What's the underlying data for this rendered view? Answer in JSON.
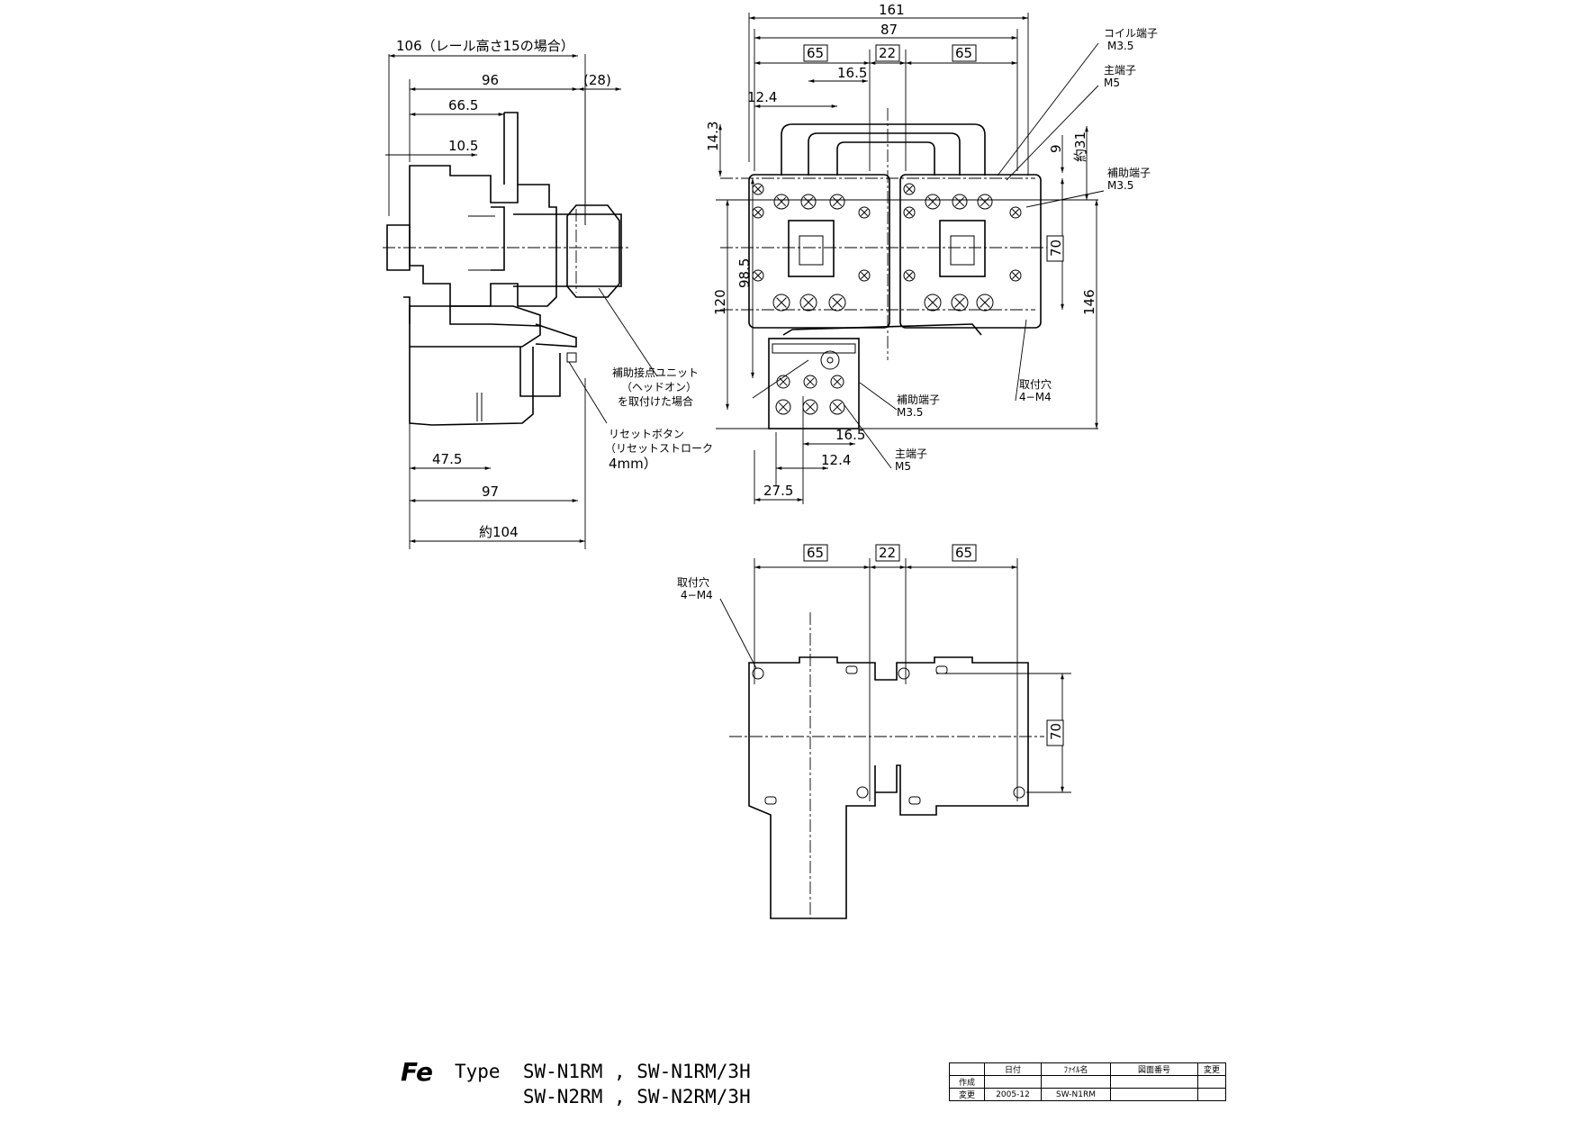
{
  "side_view": {
    "dim_106": "106（レール高さ15の場合）",
    "dim_96": "96",
    "dim_28": "(28)",
    "dim_66_5": "66.5",
    "dim_10_5": "10.5",
    "dim_47_5": "47.5",
    "dim_97": "97",
    "dim_104": "約104",
    "label_aux_unit": [
      "補助接点ユニット",
      "（ヘッドオン）",
      "を取付けた場合"
    ],
    "label_reset": [
      "リセットボタン",
      "（リセットストローク",
      "4mm）"
    ]
  },
  "front_view": {
    "dim_161": "161",
    "dim_87": "87",
    "dim_65_left": "65",
    "dim_22": "22",
    "dim_65_right": "65",
    "dim_16_5_top": "16.5",
    "dim_12_4_top": "12.4",
    "dim_14_3": "14.3",
    "dim_9": "9",
    "dim_31": "約31",
    "dim_98_5": "98.5",
    "dim_120": "120",
    "dim_70": "70",
    "dim_146": "146",
    "dim_16_5_bottom": "16.5",
    "dim_12_4_bottom": "12.4",
    "dim_27_5": "27.5",
    "label_coil": [
      "コイル端子",
      "M3.5"
    ],
    "label_main_top": [
      "主端子",
      "M5"
    ],
    "label_aux_top": [
      "補助端子",
      "M3.5"
    ],
    "label_mount": [
      "取付穴",
      "4−M4"
    ],
    "label_aux_bottom": [
      "補助端子",
      "M3.5"
    ],
    "label_main_bottom": [
      "主端子",
      "M5"
    ]
  },
  "mount_view": {
    "dim_65_left": "65",
    "dim_22": "22",
    "dim_65_right": "65",
    "dim_70": "70",
    "label_mount": [
      "取付穴",
      "4−M4"
    ]
  },
  "footer": {
    "logo": "Fe",
    "type_line_1": "Type  SW-N1RM , SW-N1RM/3H",
    "type_line_2": "      SW-N2RM , SW-N2RM/3H",
    "table": {
      "headers": [
        "日付",
        "ﾌｧｲﾙ名",
        "図面番号",
        "変更"
      ],
      "row1_label": "作成",
      "row2_label": "変更",
      "row2_date": "2005-12",
      "row2_file": "SW-N1RM"
    }
  }
}
